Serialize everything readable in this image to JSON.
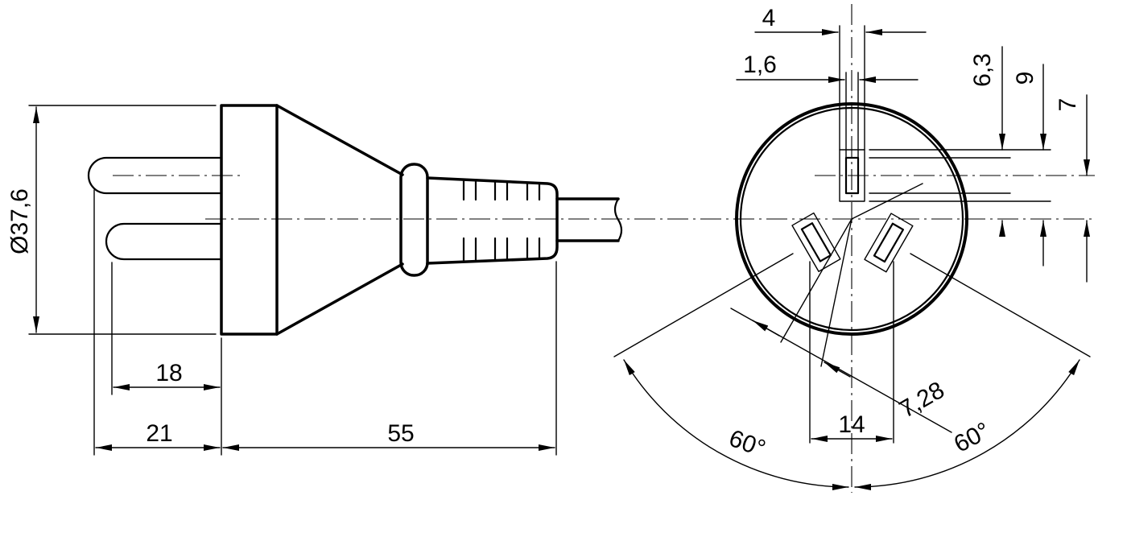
{
  "drawing": {
    "side_view": {
      "diameter_label": "Ø37,6",
      "pin_length_label": "18",
      "total_pin_label": "21",
      "body_length_label": "55"
    },
    "front_view": {
      "slot_width_label": "4",
      "slot_thickness_label": "1,6",
      "dim_63_label": "6,3",
      "dim_9_label": "9",
      "dim_7_label": "7",
      "radial_label": "7,28",
      "spacing_label": "14",
      "angle_left_label": "60°",
      "angle_right_label": "60°"
    }
  }
}
